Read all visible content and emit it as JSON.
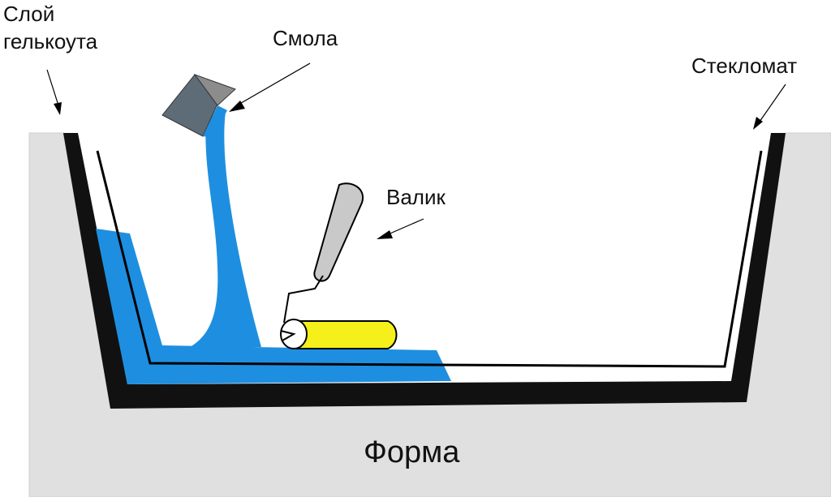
{
  "labels": {
    "gelcoat_line1": "Слой",
    "gelcoat_line2": "гелькоута",
    "resin": "Смола",
    "glass_mat": "Стекломат",
    "roller": "Валик",
    "mold": "Форма"
  },
  "colors": {
    "mold": "#e0e0e0",
    "gelcoat": "#111111",
    "resin": "#1e8fe0",
    "roller": "#f5ef1a",
    "handle": "#c9c9c9",
    "bucket_light": "#8c8c8c",
    "bucket_dark": "#5e6c78",
    "line": "#000000"
  }
}
